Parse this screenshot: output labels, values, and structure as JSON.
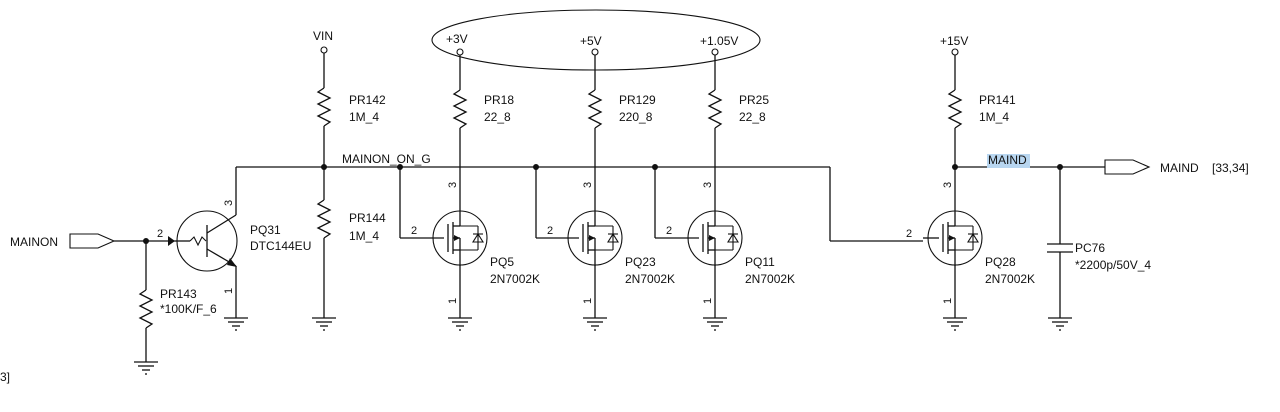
{
  "net_labels": {
    "vin": "VIN",
    "v3": "+3V",
    "v5": "+5V",
    "v105": "+1.05V",
    "v15": "+15V",
    "mainon_on_g": "MAINON_ON_G",
    "maind": "MAIND"
  },
  "ports": {
    "mainon": "MAINON",
    "maind": "MAIND",
    "maind_ref": "[33,34]",
    "page_ref": "3]"
  },
  "resistors": [
    {
      "ref": "PR142",
      "value": "1M_4"
    },
    {
      "ref": "PR144",
      "value": "1M_4"
    },
    {
      "ref": "PR143",
      "value": "*100K/F_6"
    },
    {
      "ref": "PR18",
      "value": "22_8"
    },
    {
      "ref": "PR129",
      "value": "220_8"
    },
    {
      "ref": "PR25",
      "value": "22_8"
    },
    {
      "ref": "PR141",
      "value": "1M_4"
    }
  ],
  "transistors": [
    {
      "ref": "PQ31",
      "part": "DTC144EU"
    },
    {
      "ref": "PQ5",
      "part": "2N7002K"
    },
    {
      "ref": "PQ23",
      "part": "2N7002K"
    },
    {
      "ref": "PQ11",
      "part": "2N7002K"
    },
    {
      "ref": "PQ28",
      "part": "2N7002K"
    }
  ],
  "capacitor": {
    "ref": "PC76",
    "value": "*2200p/50V_4"
  },
  "pins": {
    "one": "1",
    "two": "2",
    "three": "3"
  },
  "colors": {
    "wire": "#111111",
    "highlight": "#b8d6f0"
  }
}
